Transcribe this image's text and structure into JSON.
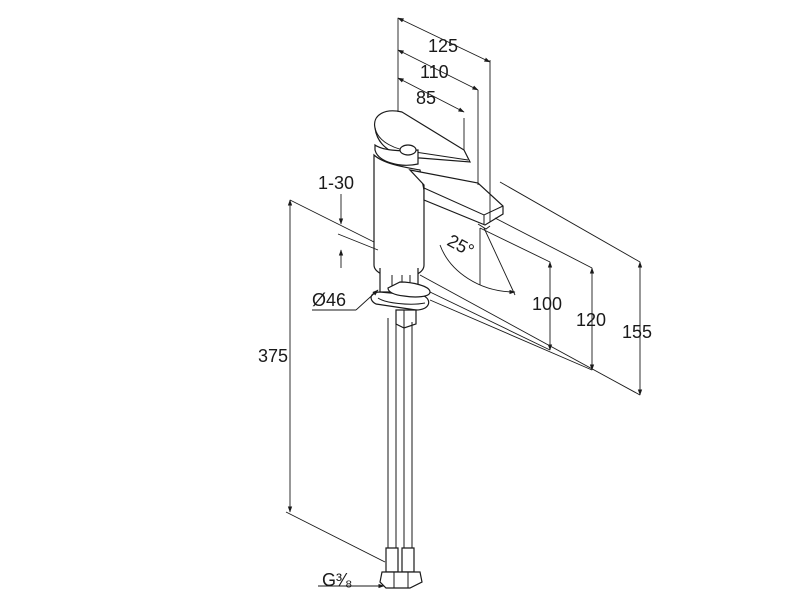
{
  "labels": {
    "d125": "125",
    "d110": "110",
    "d85": "85",
    "d1_30": "1-30",
    "d25": "25°",
    "d100": "100",
    "d120": "120",
    "d155": "155",
    "d46": "Ø46",
    "d375": "375",
    "dG": "G³⁄₈"
  },
  "colors": {
    "line": "#1a1a1a",
    "background": "#ffffff"
  }
}
